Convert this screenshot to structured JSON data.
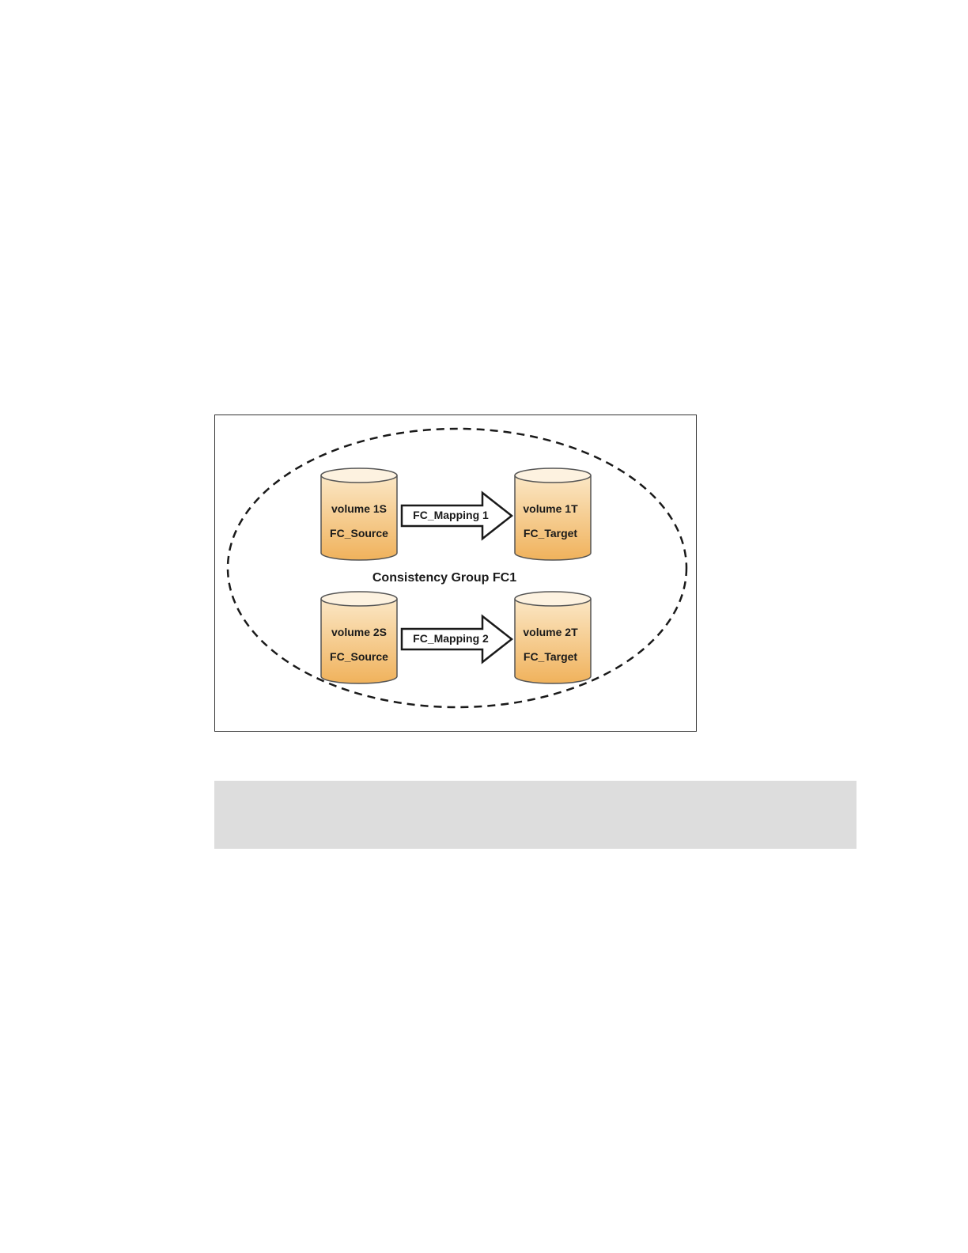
{
  "colors": {
    "cylinder_top": "#fdf2e0",
    "cylinder_body_light": "#fbe7c5",
    "cylinder_body_dark": "#f0b25c",
    "outline": "#555555",
    "note_bar": "#dddddd"
  },
  "diagram": {
    "group_label": "Consistency Group FC1",
    "mappings": [
      {
        "source": {
          "name": "volume 1S",
          "role": "FC_Source"
        },
        "arrow": "FC_Mapping 1",
        "target": {
          "name": "volume 1T",
          "role": "FC_Target"
        }
      },
      {
        "source": {
          "name": "volume 2S",
          "role": "FC_Source"
        },
        "arrow": "FC_Mapping 2",
        "target": {
          "name": "volume 2T",
          "role": "FC_Target"
        }
      }
    ]
  }
}
